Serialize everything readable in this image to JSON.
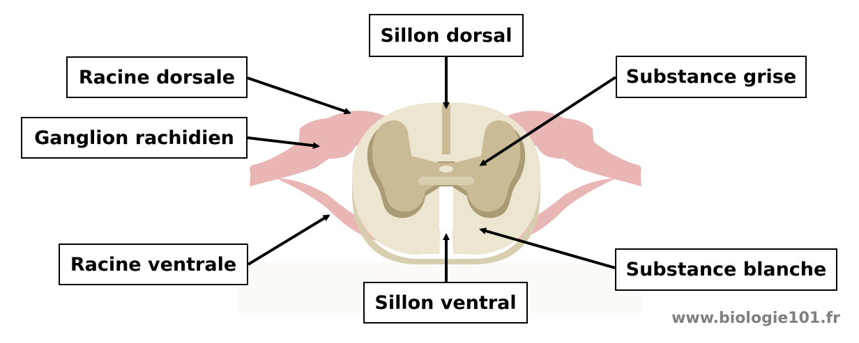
{
  "labels": {
    "sillon_dorsal": "Sillon dorsal",
    "racine_dorsale": "Racine dorsale",
    "ganglion_rachidien": "Ganglion rachidien",
    "substance_grise": "Substance grise",
    "racine_ventrale": "Racine ventrale",
    "sillon_ventral": "Sillon ventral",
    "substance_blanche": "Substance blanche"
  },
  "watermark": "www.biologie101.fr",
  "colors": {
    "root_pink": "#e9b5b5",
    "white_matter": "#ece5cf",
    "white_matter_shade": "#d7ceb0",
    "gray_matter": "#c8bb95",
    "gray_matter_shade": "#a99c75",
    "arrow": "#000000",
    "watermark": "#808080"
  }
}
